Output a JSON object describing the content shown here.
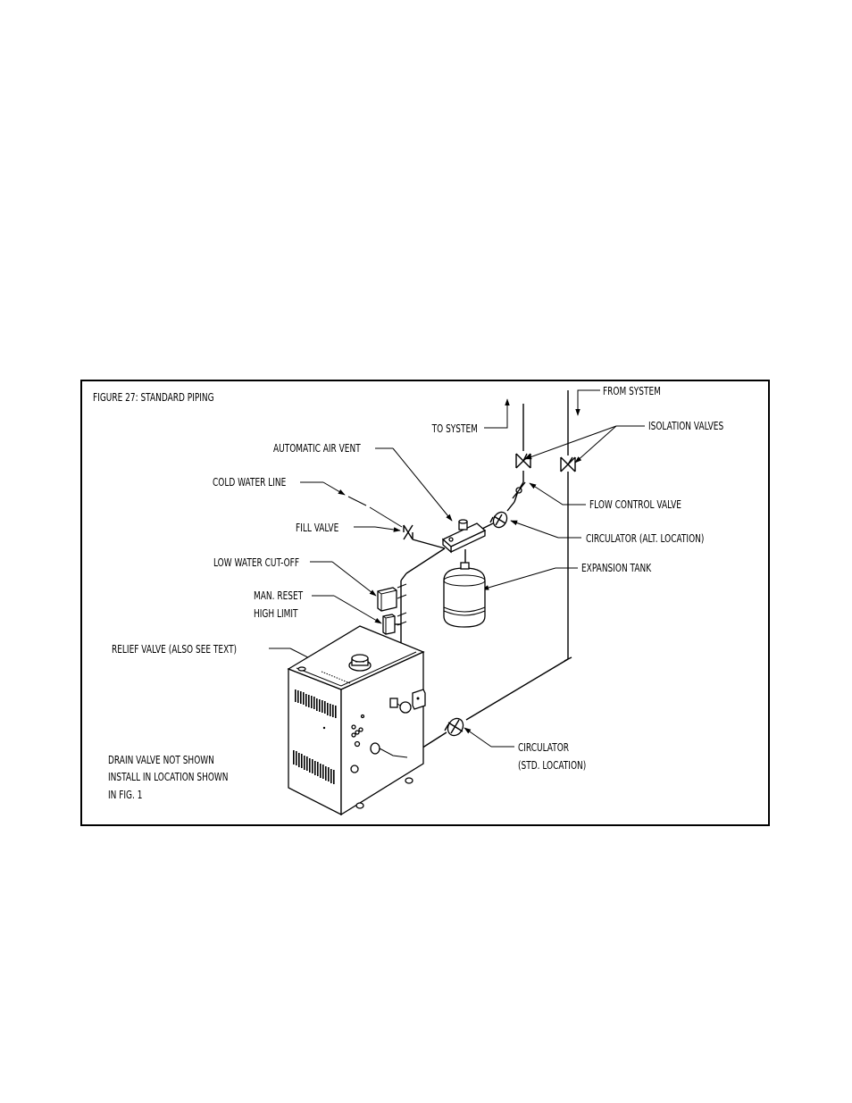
{
  "figure": {
    "title": "FIGURE 27: STANDARD PIPING",
    "labels": {
      "from_system": "FROM SYSTEM",
      "to_system": "TO SYSTEM",
      "isolation_valves": "ISOLATION VALVES",
      "automatic_air_vent": "AUTOMATIC AIR VENT",
      "cold_water_line": "COLD WATER LINE",
      "fill_valve": "FILL VALVE",
      "flow_control_valve": "FLOW CONTROL VALVE",
      "circulator_alt": "CIRCULATOR (ALT. LOCATION)",
      "expansion_tank": "EXPANSION TANK",
      "low_water_cutoff": "LOW WATER CUT-OFF",
      "man_reset_line1": "MAN. RESET",
      "man_reset_line2": "HIGH LIMIT",
      "relief_valve": "RELIEF VALVE (ALSO SEE TEXT)",
      "circulator_std_line1": "CIRCULATOR",
      "circulator_std_line2": "(STD. LOCATION)"
    },
    "note": {
      "line1": "DRAIN VALVE NOT SHOWN",
      "line2": "INSTALL IN LOCATION SHOWN",
      "line3": "IN FIG. 1"
    }
  }
}
